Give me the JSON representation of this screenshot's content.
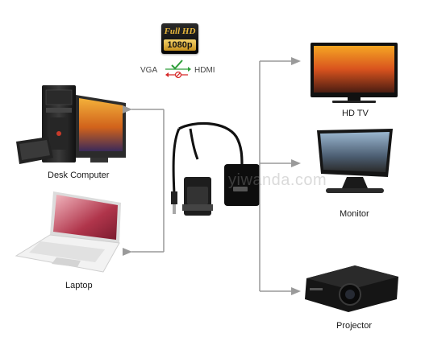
{
  "badge": {
    "line1": "Full HD",
    "line2": "1080p"
  },
  "conversion": {
    "source": "VGA",
    "target": "HDMI"
  },
  "watermark": "yiwanda.com",
  "sources": [
    {
      "label": "Desk Computer"
    },
    {
      "label": "Laptop"
    }
  ],
  "outputs": [
    {
      "label": "HD TV"
    },
    {
      "label": "Monitor"
    },
    {
      "label": "Projector"
    }
  ],
  "colors": {
    "arrow": "#9a9a9a",
    "check": "#2e9e3a",
    "prohibit": "#d62828",
    "badge_gold": "#e8b73a"
  },
  "icons": [
    "desktop-computer-icon",
    "laptop-icon",
    "vga-hdmi-adapter-icon",
    "tv-icon",
    "monitor-icon",
    "projector-icon",
    "check-icon",
    "prohibited-icon"
  ]
}
